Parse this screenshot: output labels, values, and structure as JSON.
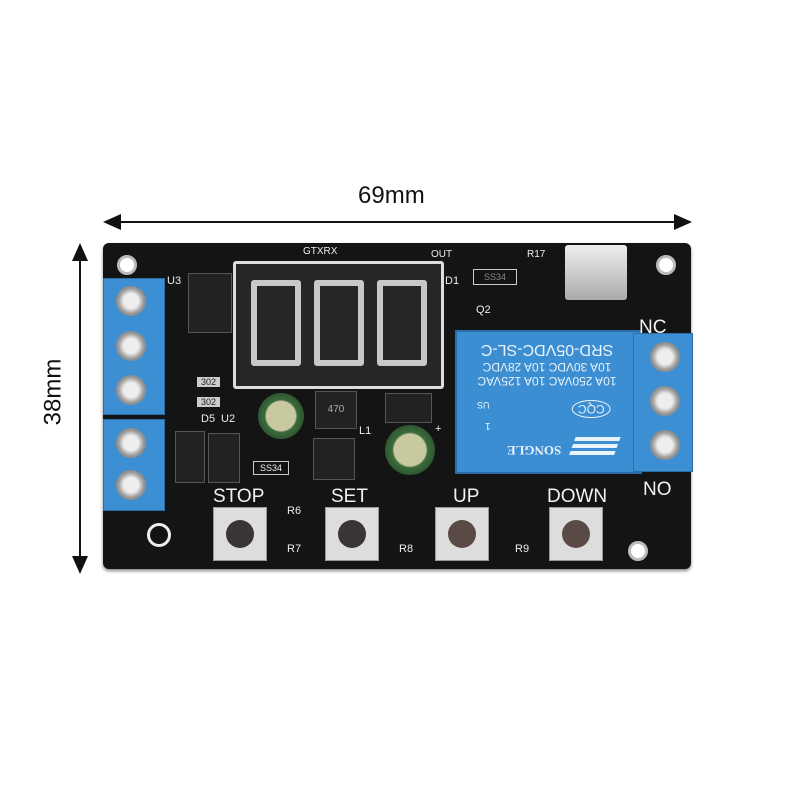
{
  "dimensions": {
    "width": "69mm",
    "height": "38mm"
  },
  "board": {
    "silkscreen": {
      "u3": "U3",
      "d5": "D5",
      "u2": "U2",
      "r6": "R6",
      "r7": "R7",
      "r8": "R8",
      "r9": "R9",
      "l1": "L1",
      "d1": "D1",
      "q2": "Q2",
      "r17": "R17",
      "out": "OUT",
      "txrx": "GTXRX",
      "chip1": "302",
      "chip2": "302",
      "ss34a": "SS34",
      "ss34b": "SS34",
      "inductor": "470",
      "cap_plus": "+"
    },
    "buttons": [
      {
        "label": "STOP"
      },
      {
        "label": "SET"
      },
      {
        "label": "UP"
      },
      {
        "label": "DOWN"
      }
    ],
    "relay_terminal": {
      "nc": "NC",
      "no": "NO"
    },
    "relay": {
      "model": "SRD-05VDC-SL-C",
      "line1": "10A 250VAC  10A 125VAC",
      "line2": "10A 30VDC  10A 28VDC",
      "brand": "SONGLE",
      "cert": "CQC",
      "us": "US",
      "pin": "1"
    },
    "display": {
      "digits": 3
    }
  },
  "colors": {
    "pcb": "#141414",
    "terminal": "#3d8fd4",
    "relay": "#3b8ed2"
  }
}
